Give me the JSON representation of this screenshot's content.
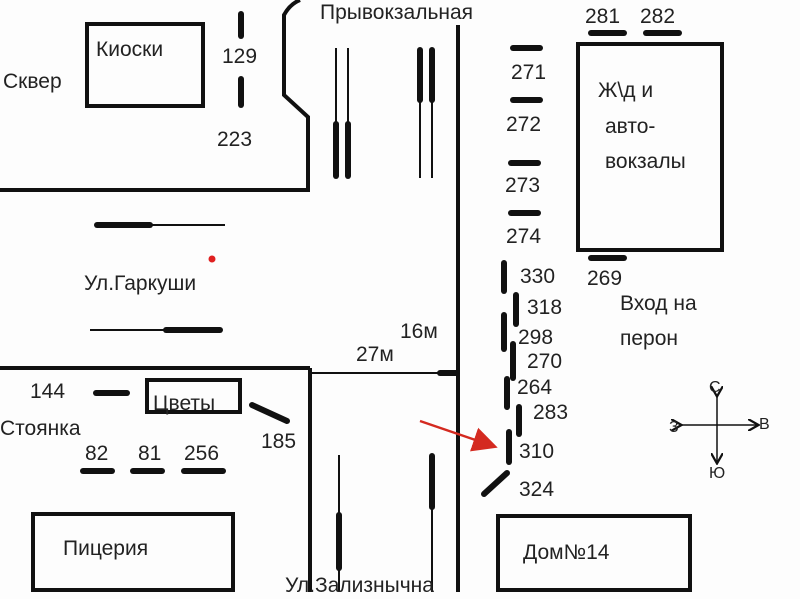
{
  "title": "Схема остановок у вокзала",
  "streets": {
    "pryvokzalnaya": "Прывокзальная",
    "garkushi": "Ул.Гаркуши",
    "zaliznychna": "Ул.Зализнычна"
  },
  "places": {
    "skver": "Сквер",
    "kiosks": "Киоски",
    "flowers": "Цветы",
    "parking": "Стоянка",
    "pizzeria": "Пицерия",
    "station_line1": "Ж\\д и",
    "station_line2": "авто-",
    "station_line3": "вокзалы",
    "platform_line1": "Вход на",
    "platform_line2": "перон",
    "house": "Дом№14"
  },
  "distances": {
    "d16": "16м",
    "d27": "27м"
  },
  "stops": {
    "s129": "129",
    "s223": "223",
    "s144": "144",
    "s185": "185",
    "s82": "82",
    "s81": "81",
    "s256": "256",
    "s271": "271",
    "s272": "272",
    "s273": "273",
    "s274": "274",
    "s281": "281",
    "s282": "282",
    "s269": "269",
    "s330": "330",
    "s318": "318",
    "s298": "298",
    "s270": "270",
    "s264": "264",
    "s283": "283",
    "s310": "310",
    "s324": "324"
  },
  "compass": {
    "n": "С",
    "s": "Ю",
    "w": "З",
    "e": "В"
  },
  "colors": {
    "marker": "#e02020",
    "arrow": "#d42a20",
    "ink": "#111111"
  }
}
